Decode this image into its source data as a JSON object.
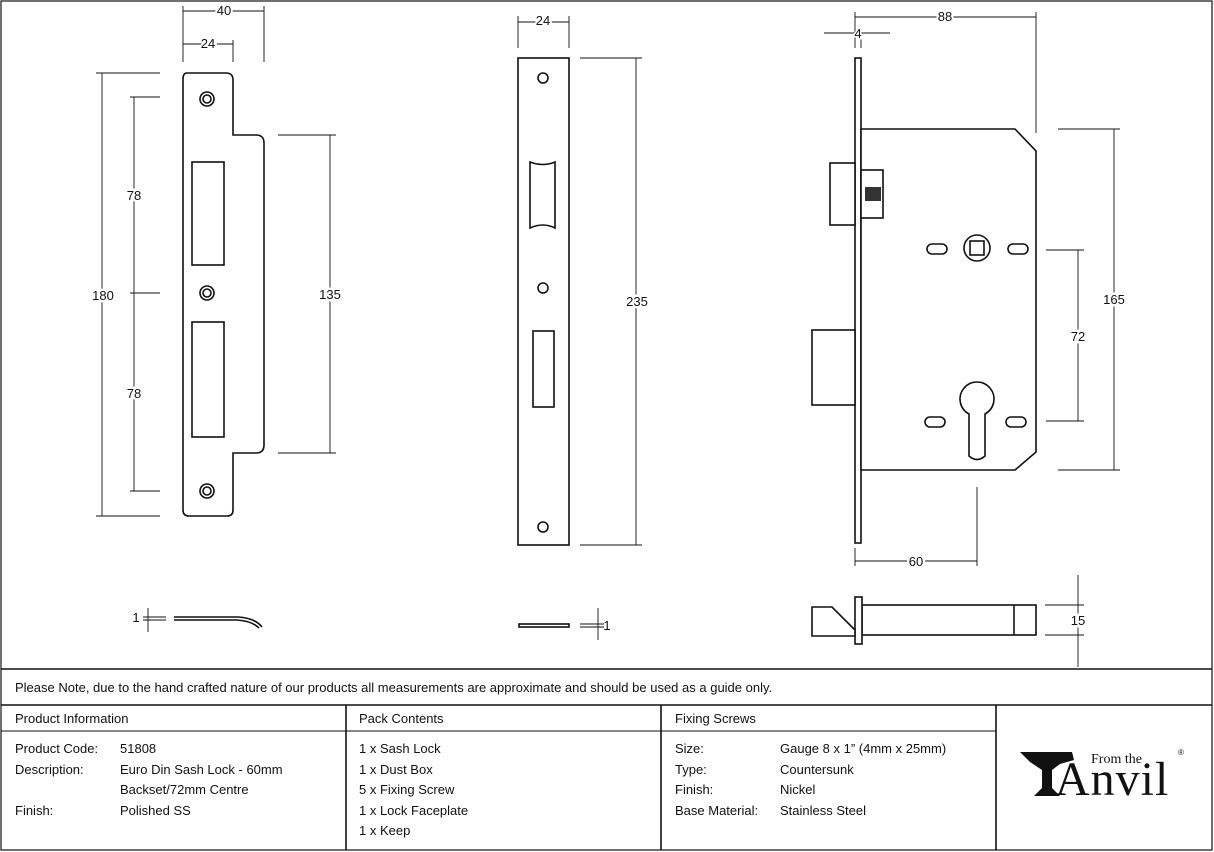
{
  "dimensions": {
    "keep": {
      "overall_width": "40",
      "inner_width": "24",
      "height": "180",
      "upper_spacing": "78",
      "lower_spacing": "78",
      "lip_height": "135",
      "thickness": "1"
    },
    "faceplate": {
      "width": "24",
      "height": "235",
      "thickness": "1"
    },
    "case": {
      "overall_depth": "88",
      "forend_thickness": "4",
      "case_height": "165",
      "centre": "72",
      "backset": "60",
      "case_thickness": "15"
    }
  },
  "note": "Please Note, due to the hand crafted nature of our products all measurements are approximate and should be used as a guide only.",
  "product_info": {
    "header": "Product Information",
    "rows": [
      {
        "label": "Product Code:",
        "value": "51808"
      },
      {
        "label": "Description:",
        "value": "Euro Din Sash Lock - 60mm"
      },
      {
        "label": "",
        "value": "Backset/72mm Centre"
      },
      {
        "label": "Finish:",
        "value": "Polished SS"
      }
    ]
  },
  "pack_contents": {
    "header": "Pack Contents",
    "items": [
      "1 x Sash Lock",
      "1 x Dust Box",
      "5 x Fixing Screw",
      "1 x Lock Faceplate",
      "1 x Keep"
    ]
  },
  "fixing_screws": {
    "header": "Fixing Screws",
    "rows": [
      {
        "label": "Size:",
        "value": "Gauge 8 x 1” (4mm x 25mm)"
      },
      {
        "label": "Type:",
        "value": "Countersunk"
      },
      {
        "label": "Finish:",
        "value": "Nickel"
      },
      {
        "label": "Base Material:",
        "value": "Stainless Steel"
      }
    ]
  },
  "logo": {
    "small": "From the",
    "big": "Anvil",
    "reg": "®"
  }
}
